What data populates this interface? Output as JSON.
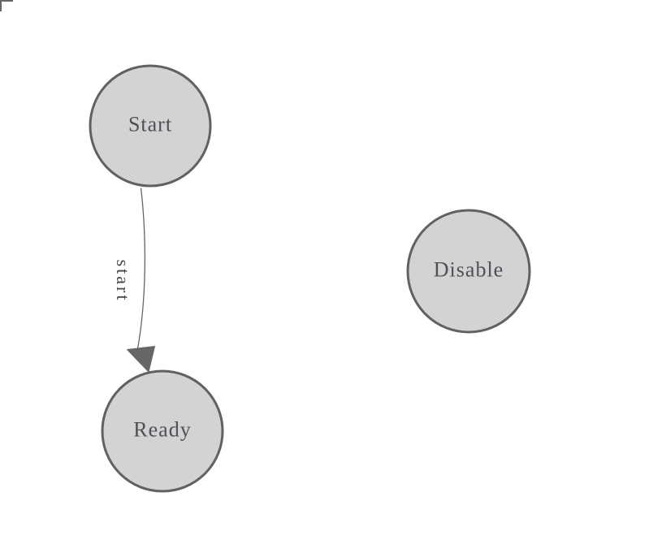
{
  "canvas": {
    "background": "#ffffff"
  },
  "diagram": {
    "type": "state-machine",
    "nodes": [
      {
        "label": "Start"
      },
      {
        "label": "Ready"
      },
      {
        "label": "Disable"
      }
    ],
    "edges": [
      {
        "from": "Start",
        "to": "Ready",
        "label": "start"
      }
    ],
    "colors": {
      "canvas_bg": "#ffffff",
      "node_fill": "#d3d3d3",
      "node_stroke": "#616161",
      "node_text": "#4f4f57",
      "edge_stroke": "#666666",
      "arrowhead_fill": "#666666",
      "edge_label_text": "#45454d",
      "origin_mark": "#666666"
    }
  }
}
